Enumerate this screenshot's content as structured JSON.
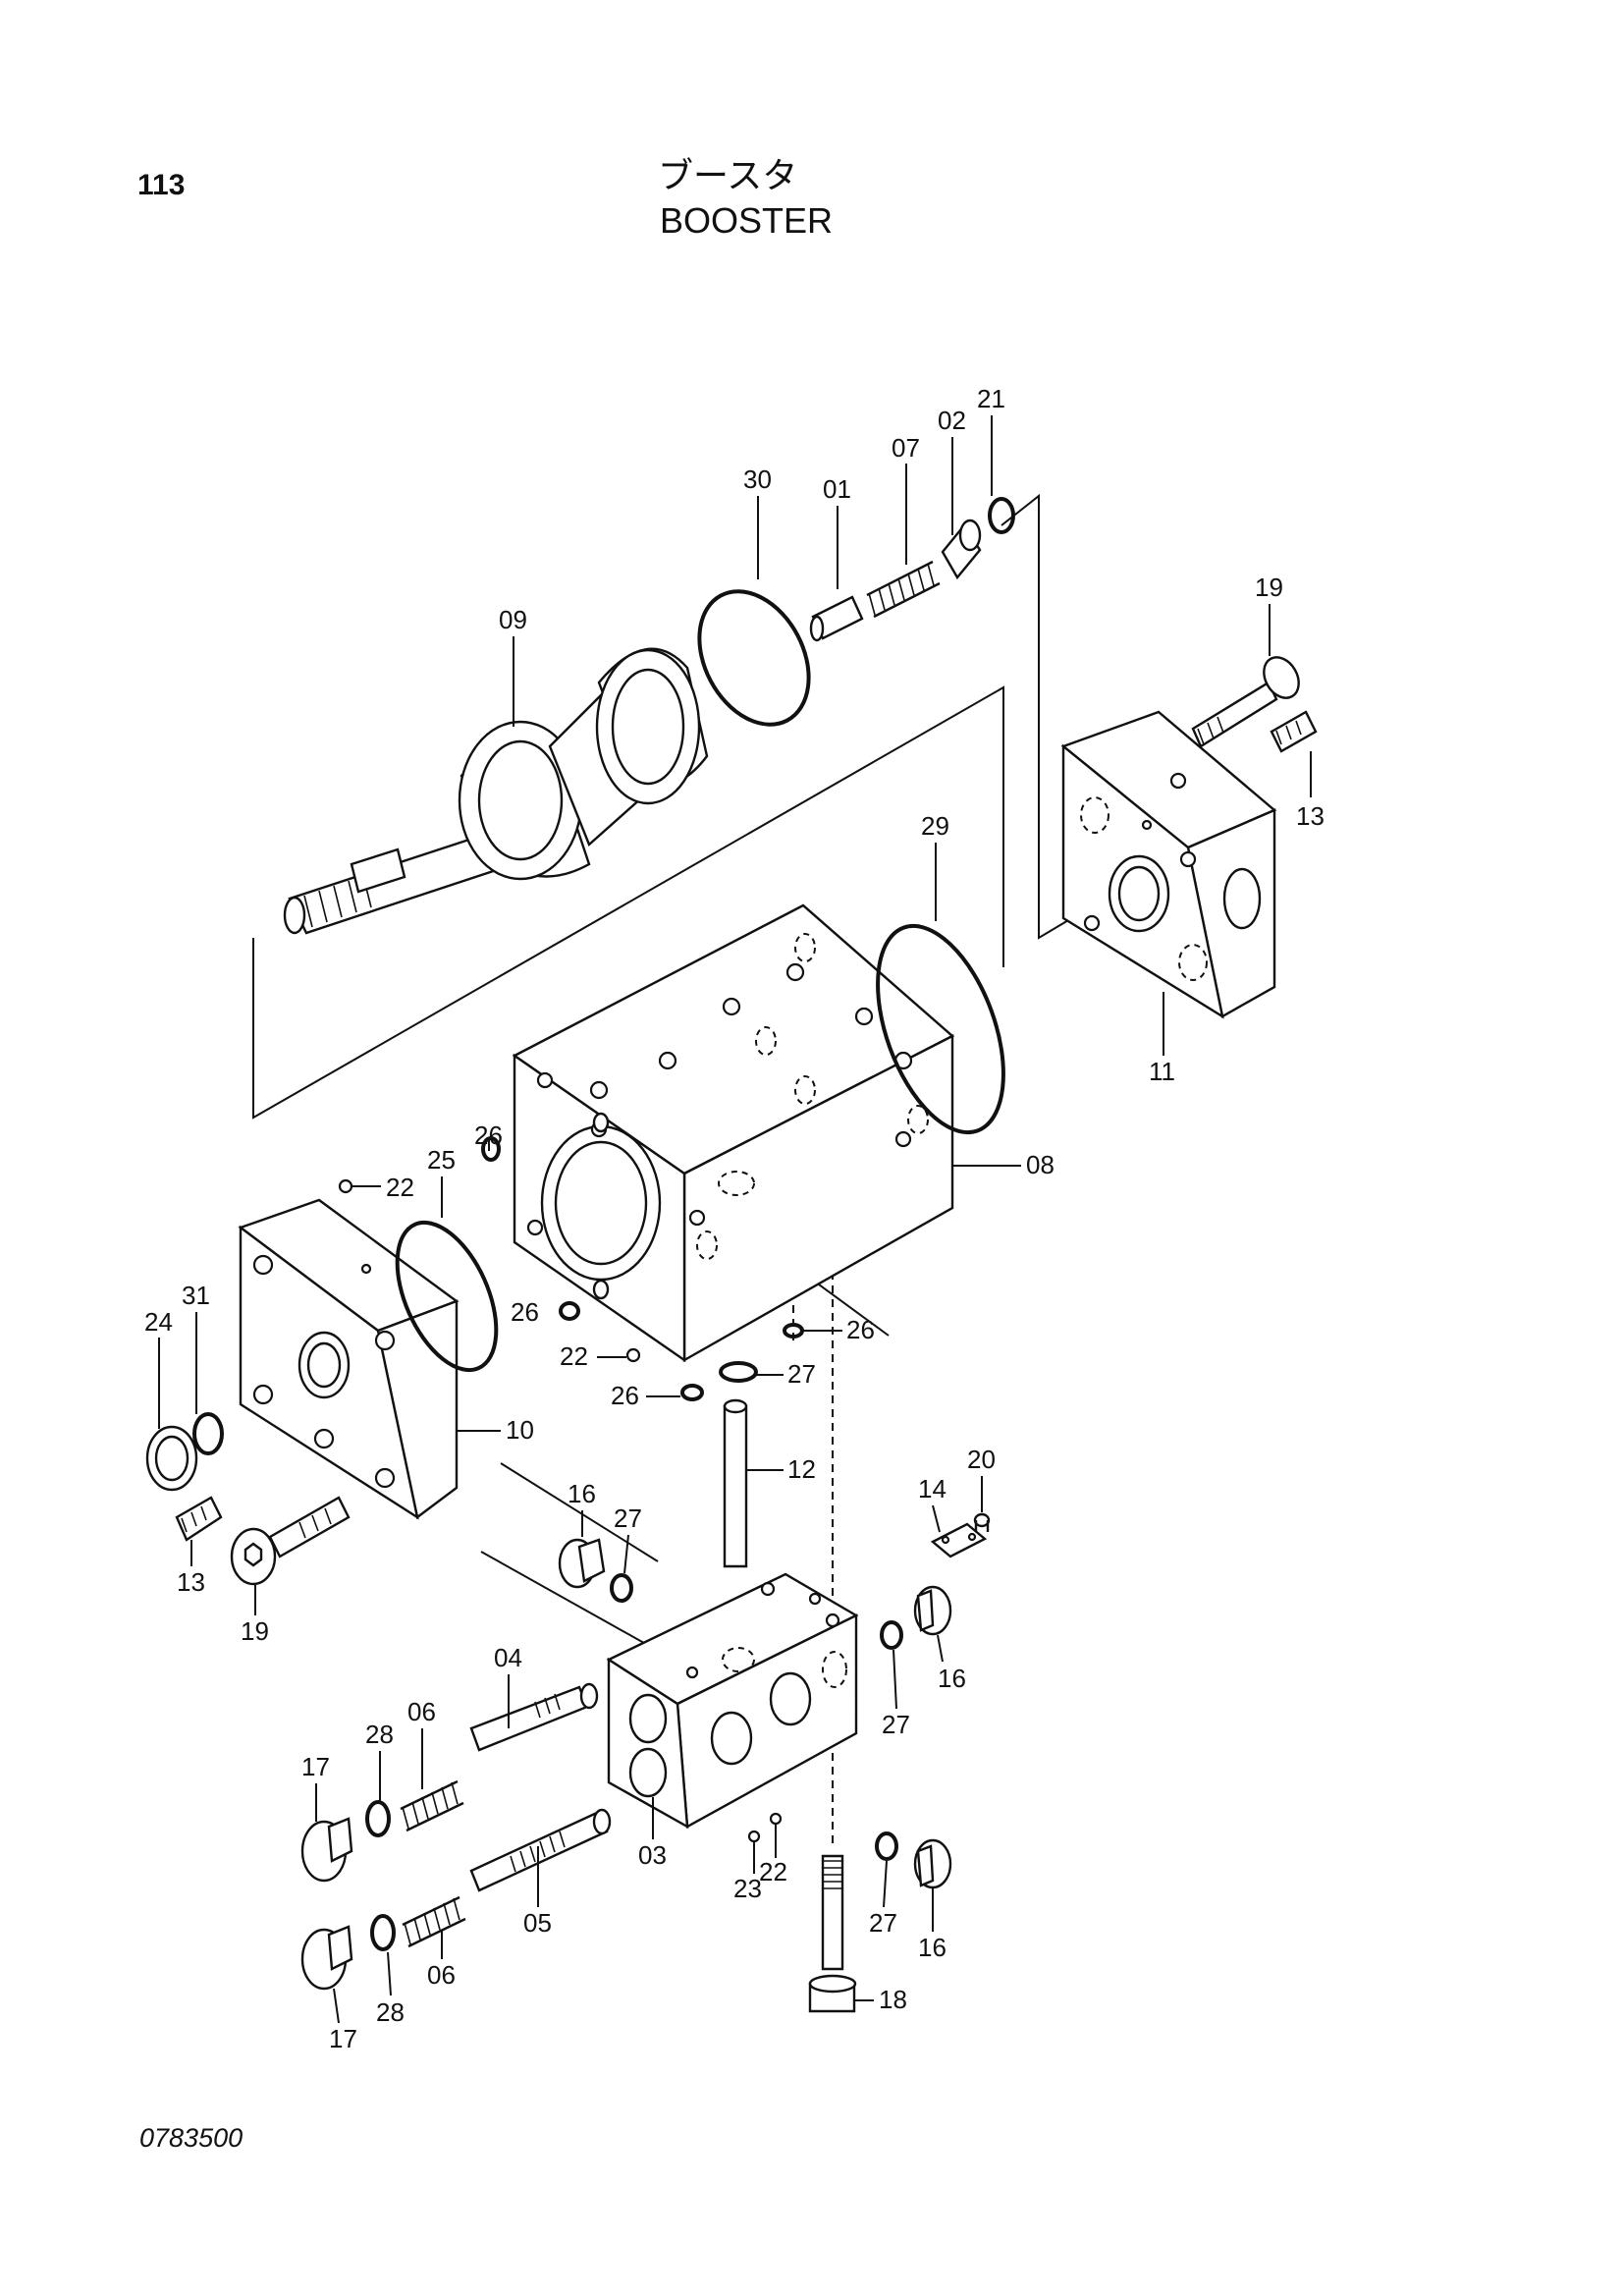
{
  "header": {
    "page_number": "113",
    "title_jp": "ブースタ",
    "title_en": "BOOSTER"
  },
  "footer": {
    "document_code": "0783500"
  },
  "callouts": [
    "30",
    "01",
    "07",
    "02",
    "21",
    "09",
    "19",
    "13",
    "29",
    "11",
    "08",
    "26",
    "25",
    "22",
    "24",
    "31",
    "10",
    "26",
    "22",
    "26",
    "26",
    "27",
    "12",
    "16",
    "27",
    "14",
    "20",
    "16",
    "27",
    "04",
    "28",
    "06",
    "17",
    "13",
    "19",
    "03",
    "23",
    "22",
    "27",
    "16",
    "05",
    "06",
    "28",
    "17",
    "18"
  ]
}
